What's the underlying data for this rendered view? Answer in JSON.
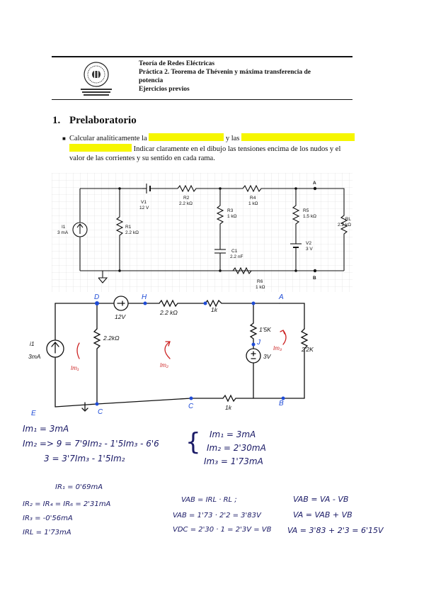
{
  "header": {
    "line1": "Teoría de Redes Eléctricas",
    "line2a": "Práctica 2. Teorema de Thévenin y máxima transferencia de",
    "line2b": "potencia",
    "line3": "Ejercicios previos"
  },
  "section": {
    "number": "1.",
    "title": "Prelaboratorio"
  },
  "bullet": {
    "text1": "Calcular analíticamente la",
    "text2": "y las",
    "text3": "Indicar claramente en el dibujo las tensiones encima de los nudos y el",
    "text4": "valor de las corrientes y su sentido en cada rama."
  },
  "schematic": {
    "I1": "I1",
    "I1_val": "3 mA",
    "R1": "R1",
    "R1_val": "2.2 kΩ",
    "V1": "V1",
    "V1_val": "12 V",
    "R2": "R2",
    "R2_val": "2.2 kΩ",
    "R3": "R3",
    "R3_val": "1 kΩ",
    "R4": "R4",
    "R4_val": "1 kΩ",
    "R5": "R5",
    "R5_val": "1.5 kΩ",
    "V2": "V2",
    "V2_val": "3 V",
    "C1": "C1",
    "C1_val": "2.2 nF",
    "RL": "RL",
    "RL_val": "2.2 kΩ",
    "R6": "R6",
    "R6_val": "1 kΩ",
    "nodeA": "A",
    "nodeB": "B"
  },
  "sketch": {
    "nD": "D",
    "nH": "H",
    "nA": "A",
    "nJ": "J",
    "nE": "E",
    "nC1": "C",
    "nC2": "C",
    "nB": "B",
    "v12": "12V",
    "r22a": "2.2 kΩ",
    "r1k_top": "1k",
    "r15": "1'5K",
    "v3": "3V",
    "r22b": "2'2K",
    "r22c": "2.2kΩ",
    "i1": "i1",
    "i1val": "3mA",
    "im1": "Im₁",
    "im2": "Im₂",
    "im3": "Im₃",
    "r1k_bot": "1k"
  },
  "equations": {
    "e1": "Im₁ = 3mA",
    "e2": "Im₂ => 9 = 7'9Im₂ - 1'5Im₃ - 6'6",
    "e3": "3 = 3'7Im₃ - 1'5Im₂",
    "r1": "Im₁ = 3mA",
    "r2": "Im₂ = 2'30mA",
    "r3": "Im₃ = 1'73mA",
    "b1": "IR₁ = 0'69mA",
    "b2": "IR₂ = IR₄ = IR₆ = 2'31mA",
    "b3": "IR₃ = -0'56mA",
    "b4": "IRL = 1'73mA",
    "m1": "VAB = IRL · RL ;",
    "m2": "VAB = 1'73 · 2'2 = 3'83V",
    "m3": "VDC = 2'30 · 1 = 2'3V = VB",
    "n1": "VAB = VA - VB",
    "n2": "VA = VAB + VB",
    "n3": "VA = 3'83 + 2'3 = 6'15V"
  }
}
